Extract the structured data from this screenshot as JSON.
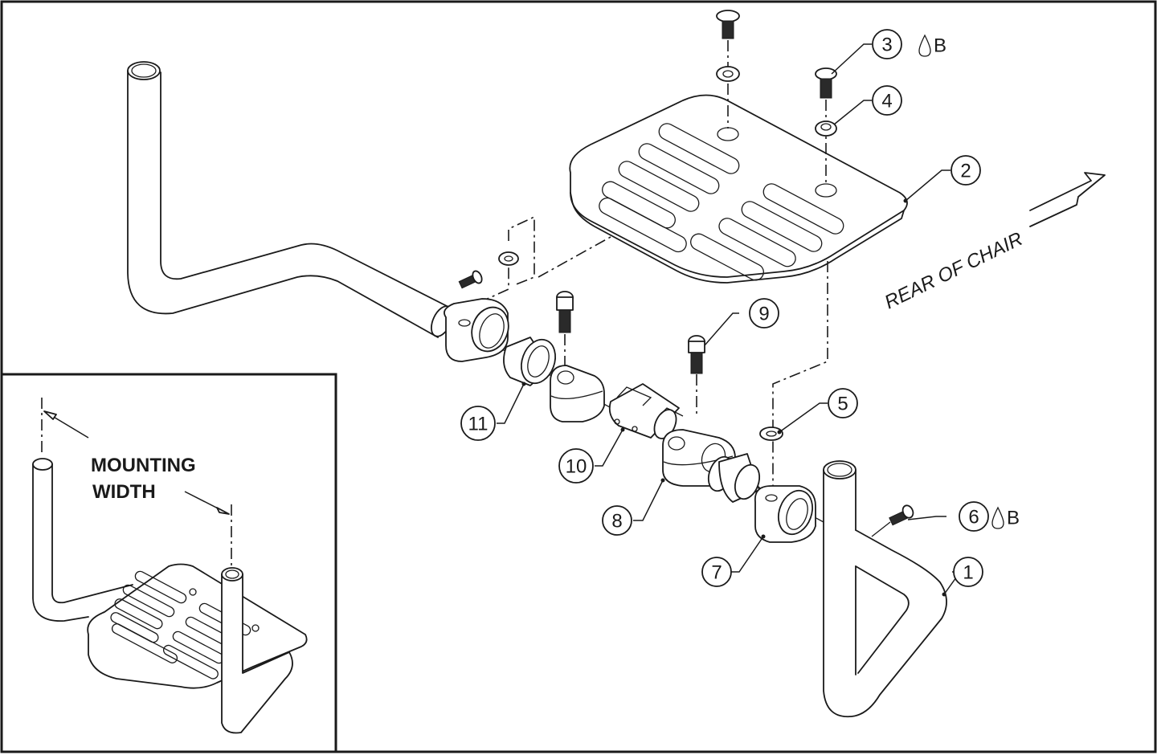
{
  "diagram": {
    "type": "exploded-parts-view",
    "subject": "footrest assembly",
    "direction_label": "REAR OF CHAIR",
    "inset": {
      "label_line1": "MOUNTING",
      "label_line2": "WIDTH"
    },
    "callouts": [
      {
        "id": "1",
        "text": "1",
        "note": ""
      },
      {
        "id": "2",
        "text": "2",
        "note": ""
      },
      {
        "id": "3",
        "text": "3",
        "note": "B",
        "note_icon": "drop-icon"
      },
      {
        "id": "4",
        "text": "4",
        "note": ""
      },
      {
        "id": "5",
        "text": "5",
        "note": ""
      },
      {
        "id": "6",
        "text": "6",
        "note": "B",
        "note_icon": "drop-icon"
      },
      {
        "id": "7",
        "text": "7",
        "note": ""
      },
      {
        "id": "8",
        "text": "8",
        "note": ""
      },
      {
        "id": "9",
        "text": "9",
        "note": ""
      },
      {
        "id": "10",
        "text": "10",
        "note": ""
      },
      {
        "id": "11",
        "text": "11",
        "note": ""
      }
    ]
  }
}
